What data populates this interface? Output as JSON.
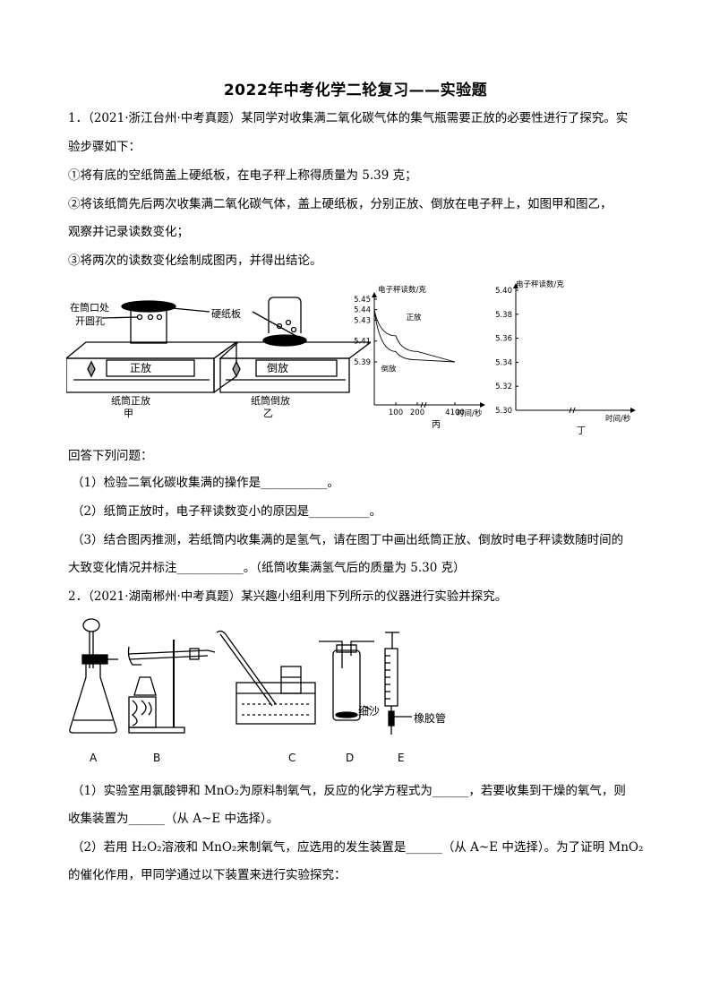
{
  "title": "2022年中考化学二轮复习——实验题",
  "q1": {
    "stem1": "1．（2021·浙江台州·中考真题）某同学对收集满二氧化碳气体的集气瓶需要正放的必要性进行了探究。实",
    "stem2": "验步骤如下：",
    "step1": "①将有底的空纸筒盖上硬纸板，在电子秤上称得质量为 5.39 克；",
    "step2a": "②将该纸筒先后两次收集满二氧化碳气体，盖上硬纸板，分别正放、倒放在电子秤上，如图甲和图乙，",
    "step2b": "观察并记录读数变化；",
    "step3": "③将两次的读数变化绘制成图丙，并得出结论。",
    "answer_intro": "回答下列问题：",
    "sub1": "（1）检验二氧化碳收集满的操作是___________。",
    "sub2": "（2）纸筒正放时，电子秤读数变小的原因是__________。",
    "sub3a": "（3）结合图丙推测，若纸筒内收集满的是氢气，请在图丁中画出纸筒正放、倒放时电子秤读数随时间的",
    "sub3b": "大致变化情况并标注___________。（纸筒收集满氢气后的质量为 5.30 克）"
  },
  "fig1": {
    "hole_label_1": "在筒口处",
    "hole_label_2": "开圆孔",
    "board_label": "硬纸板",
    "upright_display": "正放",
    "inverted_display": "倒放",
    "caption_jia_1": "纸筒正放",
    "caption_jia_2": "甲",
    "caption_yi_1": "纸筒倒放",
    "caption_yi_2": "乙"
  },
  "chart_data": [
    {
      "type": "line",
      "caption": "丙",
      "ylabel": "电子秤读数/克",
      "xlabel": "时间/秒",
      "y_ticks": [
        "5.45",
        "5.44",
        "5.43",
        "5.41",
        "5.39"
      ],
      "x_ticks": [
        "100",
        "200",
        "4100"
      ],
      "series": [
        {
          "name": "正放",
          "x": [
            0,
            100,
            200,
            4100
          ],
          "y": [
            5.44,
            5.415,
            5.4,
            5.39
          ]
        },
        {
          "name": "倒放",
          "x": [
            0,
            100,
            200,
            4100
          ],
          "y": [
            5.44,
            5.4,
            5.392,
            5.39
          ]
        }
      ]
    },
    {
      "type": "line",
      "caption": "丁",
      "ylabel": "电子秤读数/克",
      "xlabel": "时间/秒",
      "y_ticks": [
        "5.40",
        "5.38",
        "5.36",
        "5.34",
        "5.32",
        "5.30"
      ],
      "series": []
    }
  ],
  "q2": {
    "stem": "2．（2021·湖南郴州·中考真题）某兴趣小组利用下列所示的仪器进行实验并探究。",
    "sand_label": "细沙",
    "tube_label": "橡胶管",
    "labels": [
      "A",
      "B",
      "C",
      "D",
      "E"
    ],
    "sub1a": "（1）实验室用氯酸钾和 MnO₂为原料制氧气，反应的化学方程式为______，若要收集到干燥的氧气，则",
    "sub1b": "收集装置为______（从 A~E 中选择）。",
    "sub2a": "（2）若用 H₂O₂溶液和 MnO₂来制氧气，应选用的发生装置是______（从 A~E 中选择）。为了证明 MnO₂",
    "sub2b": "的催化作用，甲同学通过以下装置来进行实验探究："
  }
}
